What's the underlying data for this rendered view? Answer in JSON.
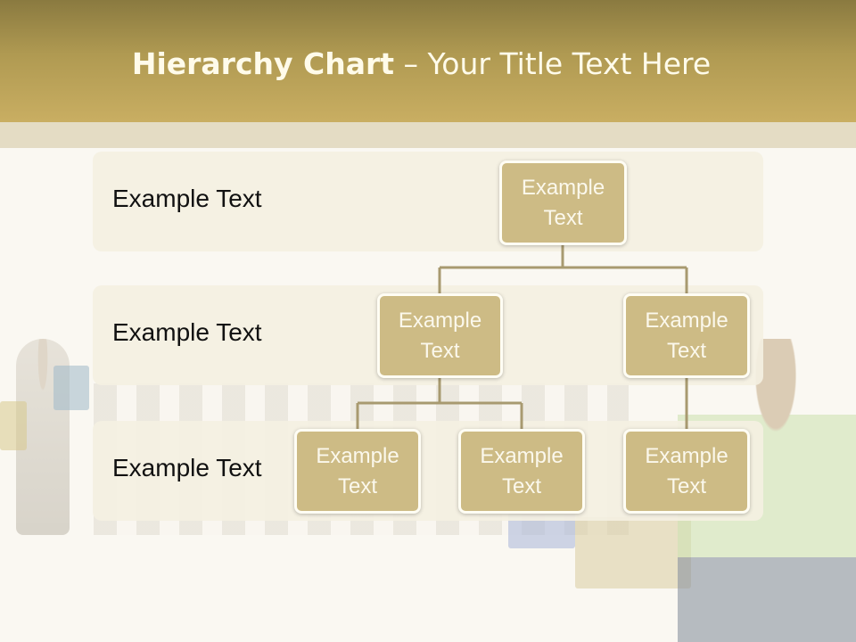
{
  "header": {
    "title_bold": "Hierarchy Chart",
    "title_rest": " – Your Title Text Here"
  },
  "bands": [
    {
      "label": "Example Text"
    },
    {
      "label": "Example Text"
    },
    {
      "label": "Example Text"
    }
  ],
  "nodes": {
    "root": "Example Text",
    "level2_left": "Example Text",
    "level2_right": "Example Text",
    "level3_a": "Example Text",
    "level3_b": "Example Text",
    "level3_c": "Example Text"
  },
  "colors": {
    "header": "#b09a52",
    "node_fill": "#cdbb85",
    "connector": "#a89a70"
  }
}
